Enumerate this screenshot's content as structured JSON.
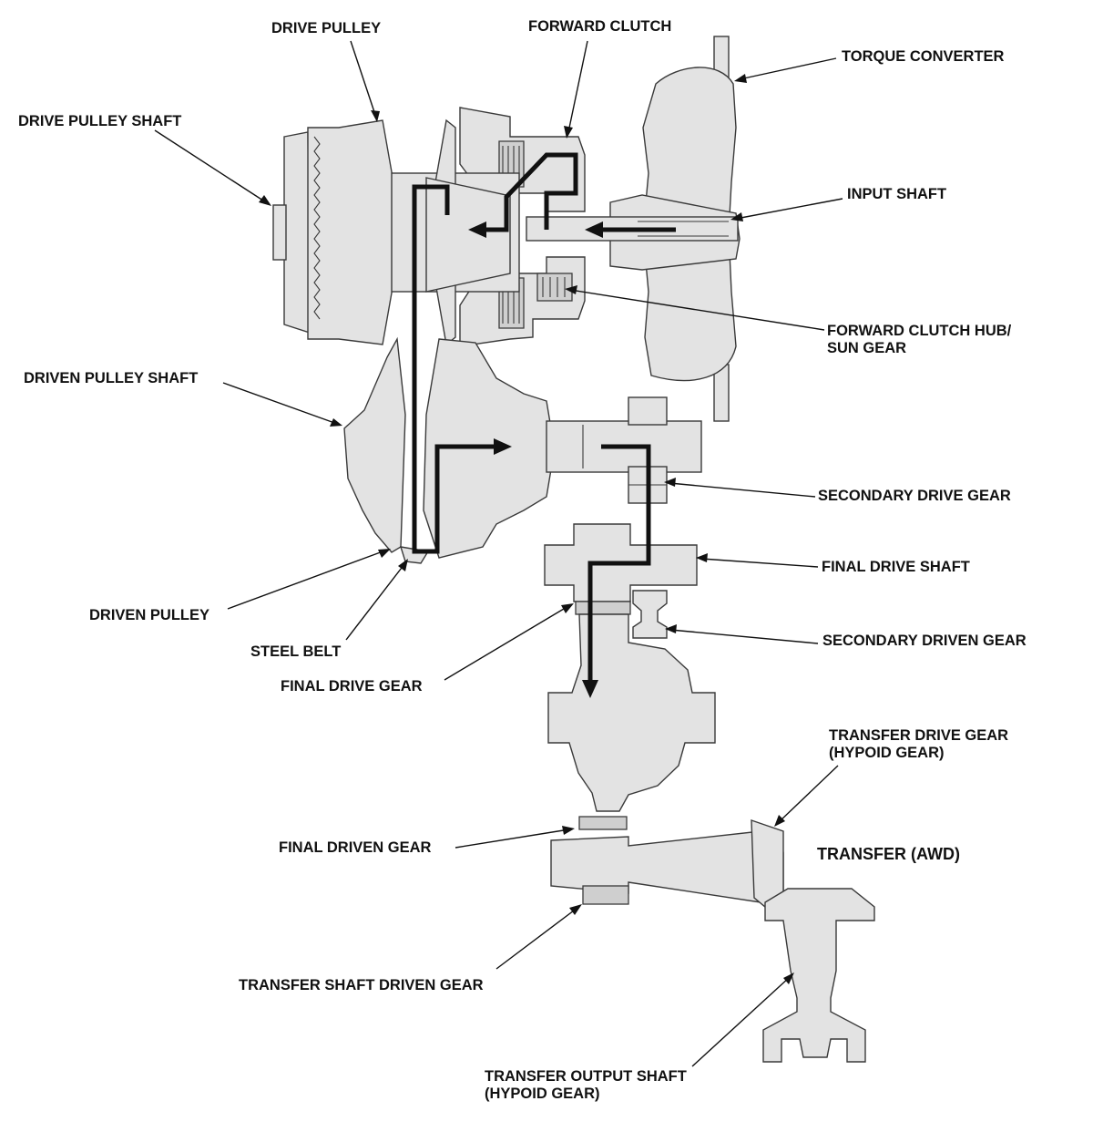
{
  "labels": {
    "drive_pulley": "DRIVE PULLEY",
    "forward_clutch": "FORWARD CLUTCH",
    "torque_converter": "TORQUE CONVERTER",
    "drive_pulley_shaft": "DRIVE PULLEY SHAFT",
    "input_shaft": "INPUT SHAFT",
    "forward_clutch_hub_line1": "FORWARD CLUTCH HUB/",
    "forward_clutch_hub_line2": "SUN GEAR",
    "driven_pulley_shaft": "DRIVEN PULLEY SHAFT",
    "secondary_drive_gear": "SECONDARY DRIVE GEAR",
    "final_drive_shaft": "FINAL DRIVE SHAFT",
    "driven_pulley": "DRIVEN PULLEY",
    "secondary_driven_gear": "SECONDARY DRIVEN GEAR",
    "steel_belt": "STEEL BELT",
    "final_drive_gear": "FINAL DRIVE GEAR",
    "transfer_drive_gear_line1": "TRANSFER DRIVE GEAR",
    "transfer_drive_gear_line2": "(HYPOID GEAR)",
    "transfer_awd": "TRANSFER (AWD)",
    "final_driven_gear": "FINAL DRIVEN GEAR",
    "transfer_shaft_driven_gear": "TRANSFER SHAFT DRIVEN GEAR",
    "transfer_output_shaft_line1": "TRANSFER OUTPUT SHAFT",
    "transfer_output_shaft_line2": "(HYPOID GEAR)"
  },
  "colors": {
    "part_fill": "#e3e3e3",
    "outline": "#3a3a3a",
    "power_flow": "#111111",
    "text": "#111111"
  }
}
